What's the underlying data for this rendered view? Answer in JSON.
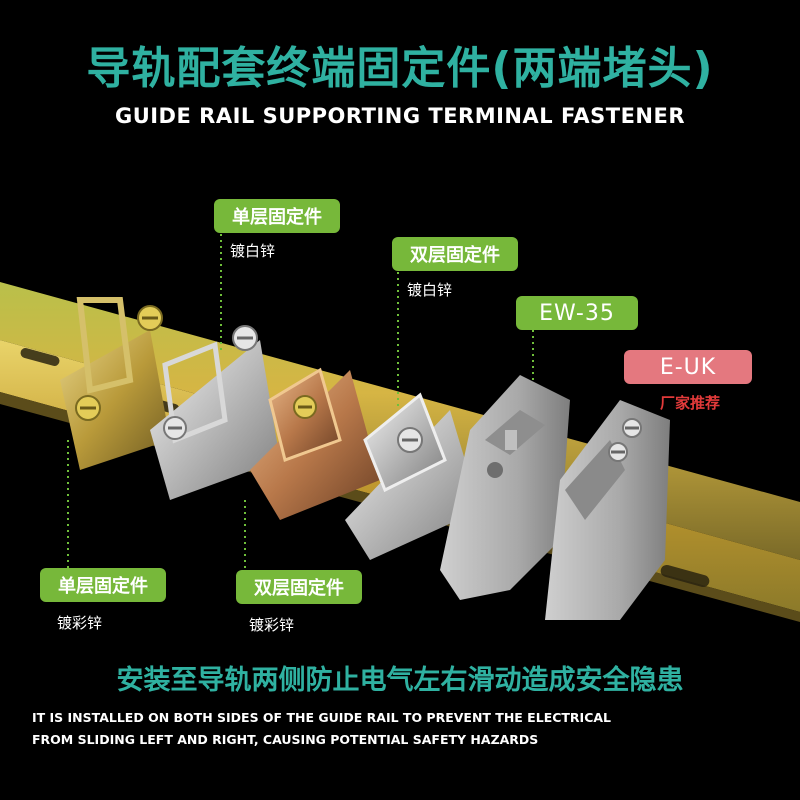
{
  "header": {
    "title_cn": "导轨配套终端固定件(两端堵头)",
    "title_en": "GUIDE RAIL SUPPORTING TERMINAL FASTENER"
  },
  "labels": {
    "single_top": {
      "name": "单层固定件",
      "finish": "镀白锌"
    },
    "double_top": {
      "name": "双层固定件",
      "finish": "镀白锌"
    },
    "ew35": {
      "name": "EW-35"
    },
    "euk": {
      "name": "E-UK",
      "note": "厂家推荐"
    },
    "single_bottom": {
      "name": "单层固定件",
      "finish": "镀彩锌"
    },
    "double_bottom": {
      "name": "双层固定件",
      "finish": "镀彩锌"
    }
  },
  "footer": {
    "warning_cn": "安装至导轨两侧防止电气左右滑动造成安全隐患",
    "warning_en_line1": "IT IS INSTALLED ON BOTH SIDES OF THE GUIDE RAIL TO PREVENT THE ELECTRICAL",
    "warning_en_line2": "FROM SLIDING LEFT  AND RIGHT, CAUSING POTENTIAL SAFETY HAZARDS"
  },
  "colors": {
    "title_teal": "#2fb1a1",
    "tag_green": "#77b83a",
    "tag_pink": "#e4787f",
    "note_red": "#e23a3a",
    "rail_gold": "#c9a93a",
    "plastic_gray": "#a8a8a8"
  }
}
